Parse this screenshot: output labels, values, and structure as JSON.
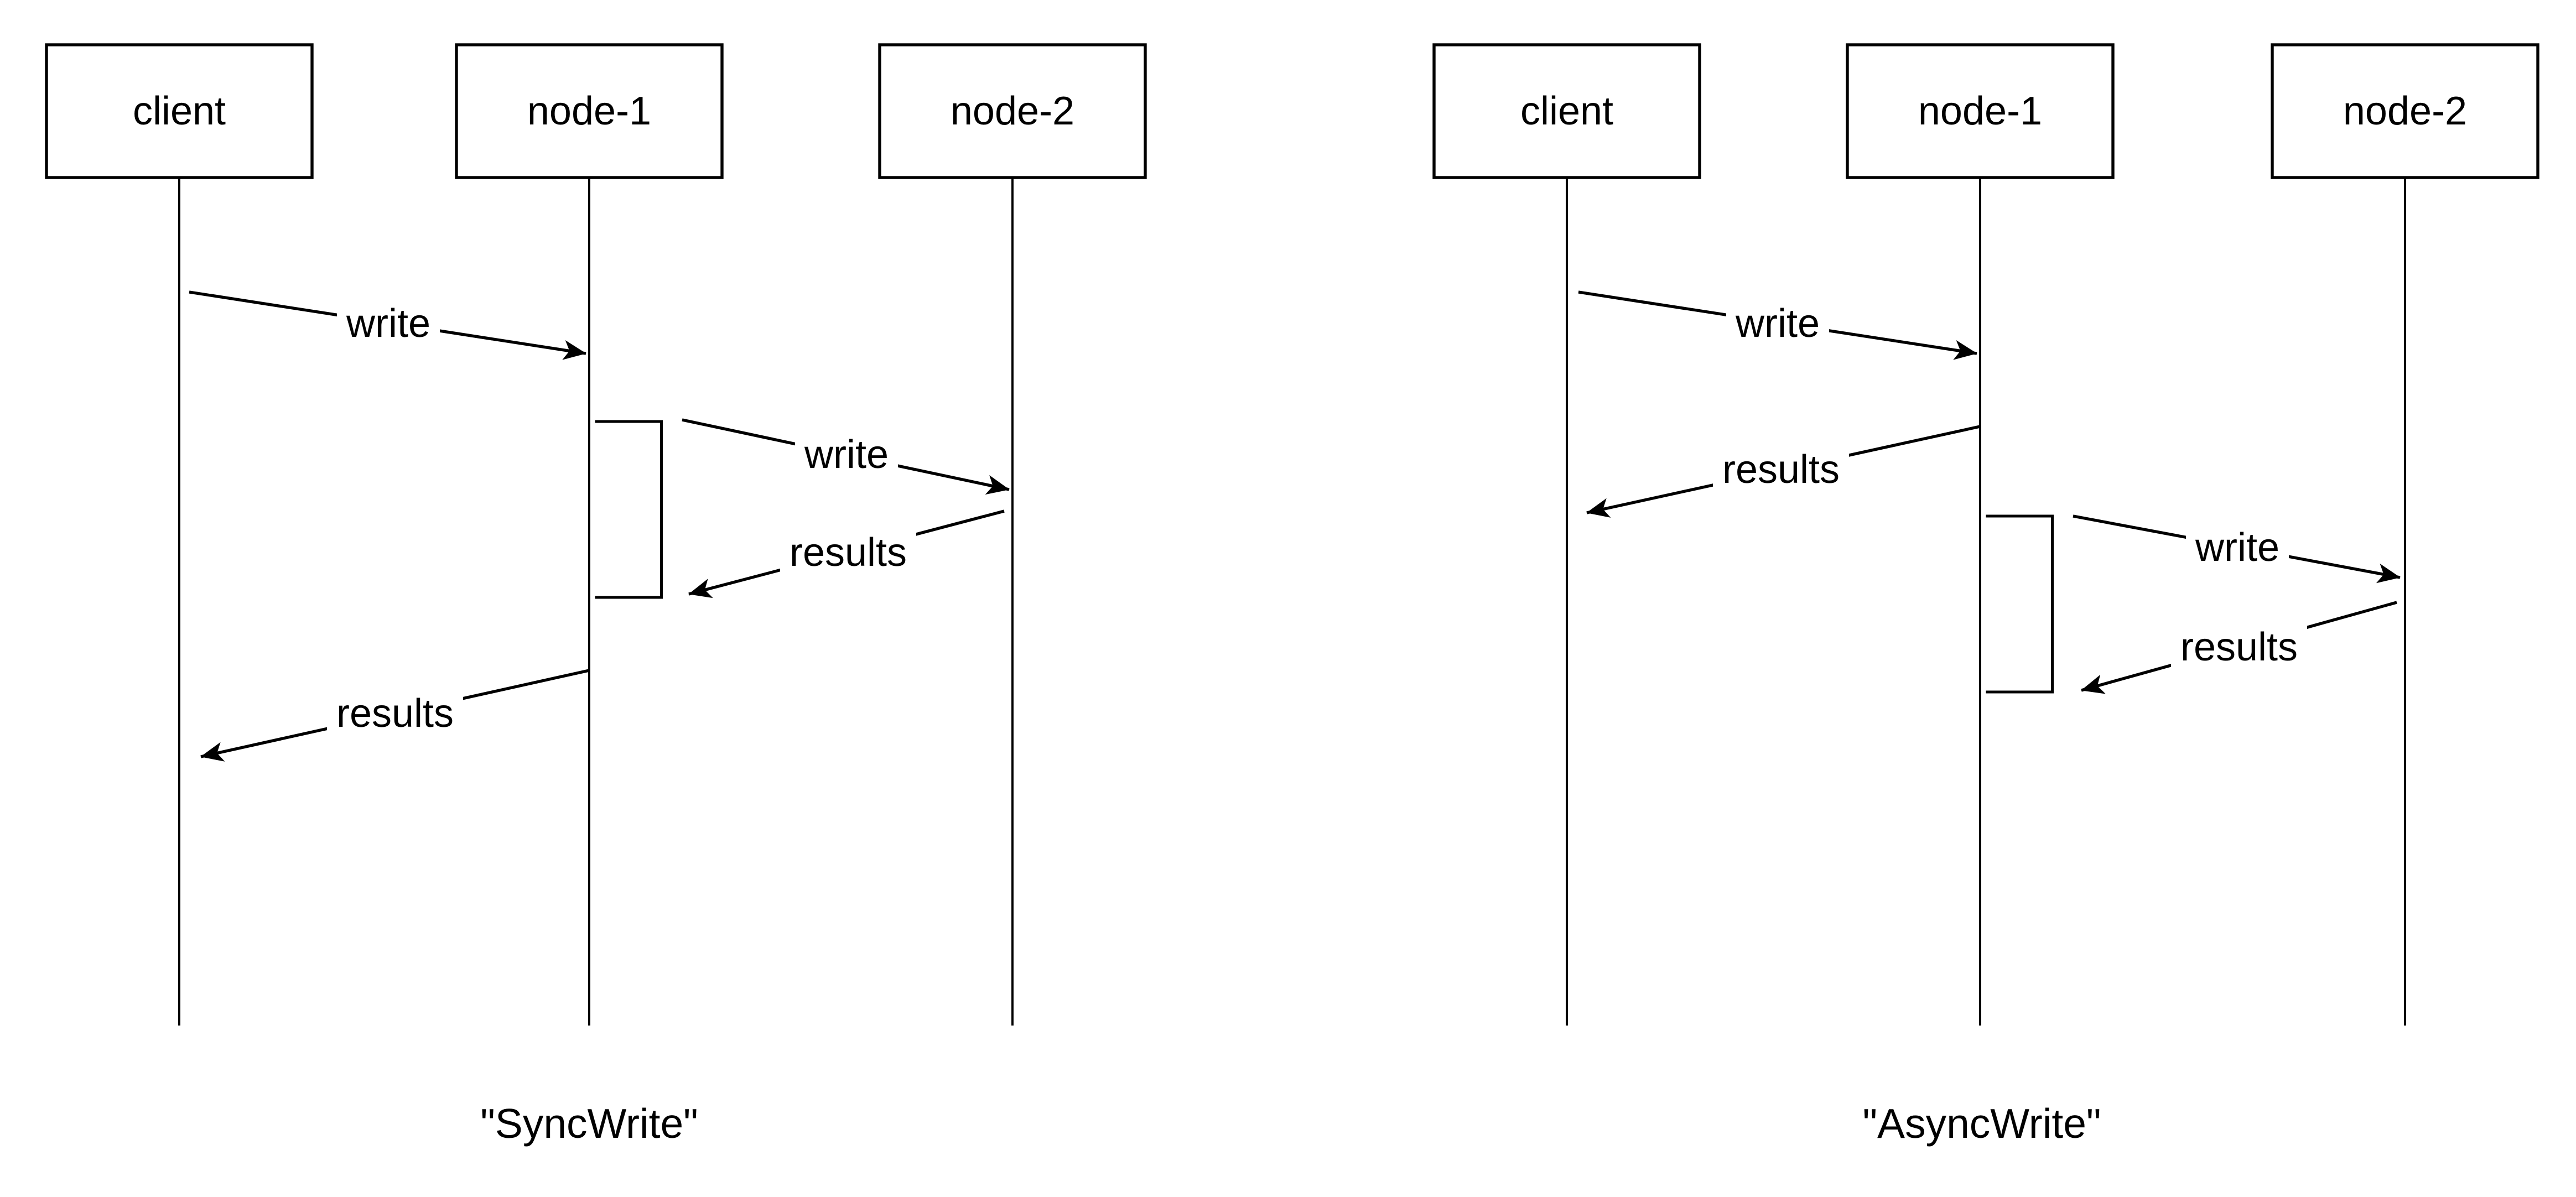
{
  "colors": {
    "stroke": "#000000",
    "text": "#000000",
    "background": "#ffffff"
  },
  "diagrams": [
    {
      "title": "\"SyncWrite\"",
      "actors": [
        {
          "label": "client"
        },
        {
          "label": "node-1"
        },
        {
          "label": "node-2"
        }
      ],
      "messages": [
        {
          "label": "write",
          "from": "client",
          "to": "node-1"
        },
        {
          "label": "write",
          "from": "node-1",
          "to": "node-2"
        },
        {
          "label": "results",
          "from": "node-2",
          "to": "node-1"
        },
        {
          "label": "results",
          "from": "node-1",
          "to": "client"
        }
      ]
    },
    {
      "title": "\"AsyncWrite\"",
      "actors": [
        {
          "label": "client"
        },
        {
          "label": "node-1"
        },
        {
          "label": "node-2"
        }
      ],
      "messages": [
        {
          "label": "write",
          "from": "client",
          "to": "node-1"
        },
        {
          "label": "results",
          "from": "node-1",
          "to": "client"
        },
        {
          "label": "write",
          "from": "node-1",
          "to": "node-2"
        },
        {
          "label": "results",
          "from": "node-2",
          "to": "node-1"
        }
      ]
    }
  ]
}
